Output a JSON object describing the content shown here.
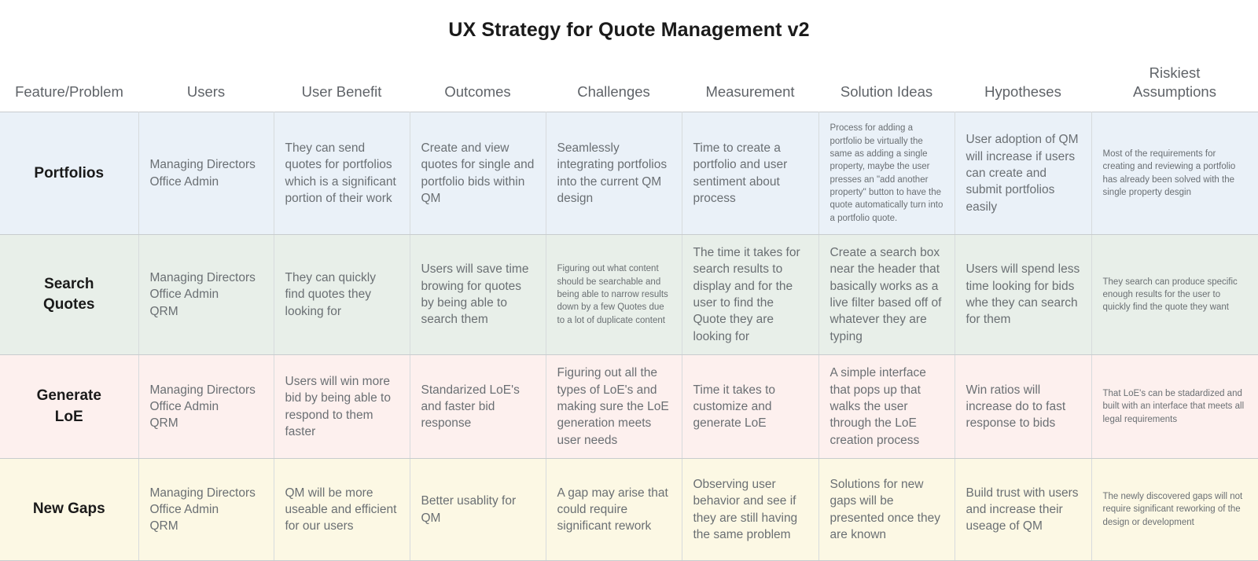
{
  "board": {
    "title": "UX Strategy for Quote Management v2",
    "columns": [
      "Feature/Problem",
      "Users",
      "User Benefit",
      "Outcomes",
      "Challenges",
      "Measurement",
      "Solution Ideas",
      "Hypotheses",
      "Riskiest\nAssumptions"
    ],
    "row_colors": [
      "#eaf1f8",
      "#e8efe9",
      "#fdf0ee",
      "#fcf8e4"
    ],
    "rows": [
      {
        "feature": "Portfolios",
        "users": "Managing Directors\nOffice Admin",
        "user_benefit": "They can send quotes for portfolios which is a significant portion of their work",
        "outcomes": "Create and view quotes for single and portfolio bids within QM",
        "challenges": "Seamlessly integrating portfolios into the current QM design",
        "measurement": "Time to create a portfolio and user sentiment about process",
        "solution_ideas": "Process for adding a portfolio be virtually the same as adding a single property, maybe the user presses an \"add another property\" button to have the quote automatically turn into a portfolio quote.",
        "hypotheses": "User adoption of QM will increase if users can create and submit portfolios easily",
        "riskiest_assumptions": "Most of the requirements for creating and reviewing a portfolio has already been solved with the single property desgin",
        "small_cells": [
          "solution_ideas",
          "riskiest_assumptions"
        ]
      },
      {
        "feature": "Search\nQuotes",
        "users": "Managing Directors\nOffice Admin\nQRM",
        "user_benefit": "They can quickly find quotes they looking for",
        "outcomes": "Users will save time browing for quotes by being able to search them",
        "challenges": "Figuring out what content should be searchable and being able to narrow results down by a few Quotes due to a lot of duplicate content",
        "measurement": "The time it takes for search results to display and for the user to find the Quote they are looking for",
        "solution_ideas": "Create a search box near the header that basically works as a live filter based off of whatever they are typing",
        "hypotheses": "Users will spend less time looking for bids whe they can search for them",
        "riskiest_assumptions": "They search can produce specific enough results for the user to quickly find the quote they want",
        "small_cells": [
          "challenges",
          "riskiest_assumptions"
        ]
      },
      {
        "feature": "Generate\nLoE",
        "users": "Managing Directors\nOffice Admin\nQRM",
        "user_benefit": "Users will win more bid by being able to respond to them faster",
        "outcomes": "Standarized LoE's and faster bid response",
        "challenges": "Figuring out all the types of LoE's and making sure the LoE generation meets user needs",
        "measurement": "Time it takes to customize and generate LoE",
        "solution_ideas": "A simple interface that pops up that walks the user through the LoE creation process",
        "hypotheses": "Win ratios will increase do to fast response to bids",
        "riskiest_assumptions": "That LoE's can be stadardized and built with an interface that meets all legal requirements",
        "small_cells": [
          "riskiest_assumptions"
        ]
      },
      {
        "feature": "New Gaps",
        "users": "Managing Directors\nOffice Admin\nQRM",
        "user_benefit": "QM will be more useable and efficient for our users",
        "outcomes": "Better usablity for QM",
        "challenges": "A gap may arise that could require significant rework",
        "measurement": "Observing user behavior and see if they are still having the same problem",
        "solution_ideas": "Solutions for new gaps will be presented once they are known",
        "hypotheses": "Build trust with users and increase their useage of QM",
        "riskiest_assumptions": "The newly discovered gaps will not require significant reworking of the design or development",
        "small_cells": [
          "riskiest_assumptions"
        ]
      }
    ]
  }
}
